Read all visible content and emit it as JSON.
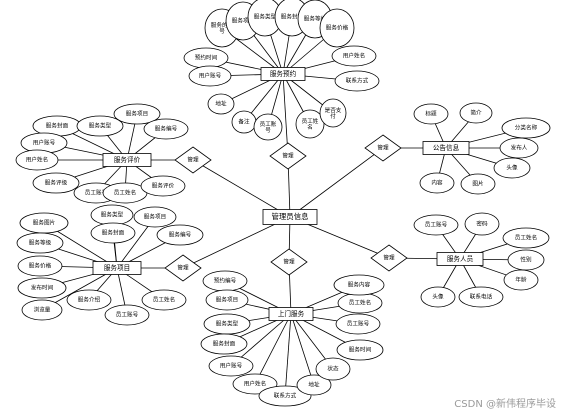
{
  "center": {
    "id": "admin",
    "label": "管理员信息"
  },
  "entities": [
    {
      "id": "yuyue",
      "label": "服务预约"
    },
    {
      "id": "pingjia",
      "label": "服务评价"
    },
    {
      "id": "xiangmu",
      "label": "服务项目"
    },
    {
      "id": "shangmen",
      "label": "上门服务"
    },
    {
      "id": "gonggao",
      "label": "公告信息"
    },
    {
      "id": "renyuan",
      "label": "服务人员"
    }
  ],
  "relationship_label": "管理",
  "attributes": {
    "yuyue": [
      "服务的编号",
      "服务项目",
      "服务类型",
      "服务封面",
      "服务等级",
      "服务价格",
      "预约时间",
      "用户账号",
      "用户姓名",
      "联系方式",
      "地址",
      "备注",
      "员工账号",
      "员工姓名",
      "是否支付"
    ],
    "pingjia": [
      "服务封面",
      "服务类型",
      "服务项目",
      "服务编号",
      "用户账号",
      "用户姓名",
      "服务评级",
      "员工账号",
      "员工姓名",
      "服务评价"
    ],
    "xiangmu": [
      "服务图片",
      "服务等级",
      "服务价格",
      "发布时间",
      "浏览量",
      "服务类型",
      "服务封面",
      "服务项目",
      "服务编号",
      "服务介绍",
      "员工账号",
      "员工姓名"
    ],
    "shangmen": [
      "预约编号",
      "服务项目",
      "服务类型",
      "服务封面",
      "用户账号",
      "用户姓名",
      "联系方式",
      "地址",
      "状态",
      "服务时间",
      "员工账号",
      "员工姓名",
      "服务内容"
    ],
    "gonggao": [
      "标题",
      "简介",
      "分类名称",
      "发布人",
      "头像",
      "图片",
      "内容"
    ],
    "renyuan": [
      "员工账号",
      "密码",
      "员工姓名",
      "性别",
      "年龄",
      "联系电话",
      "头像"
    ]
  },
  "watermark": "CSDN @新伟程序毕设"
}
